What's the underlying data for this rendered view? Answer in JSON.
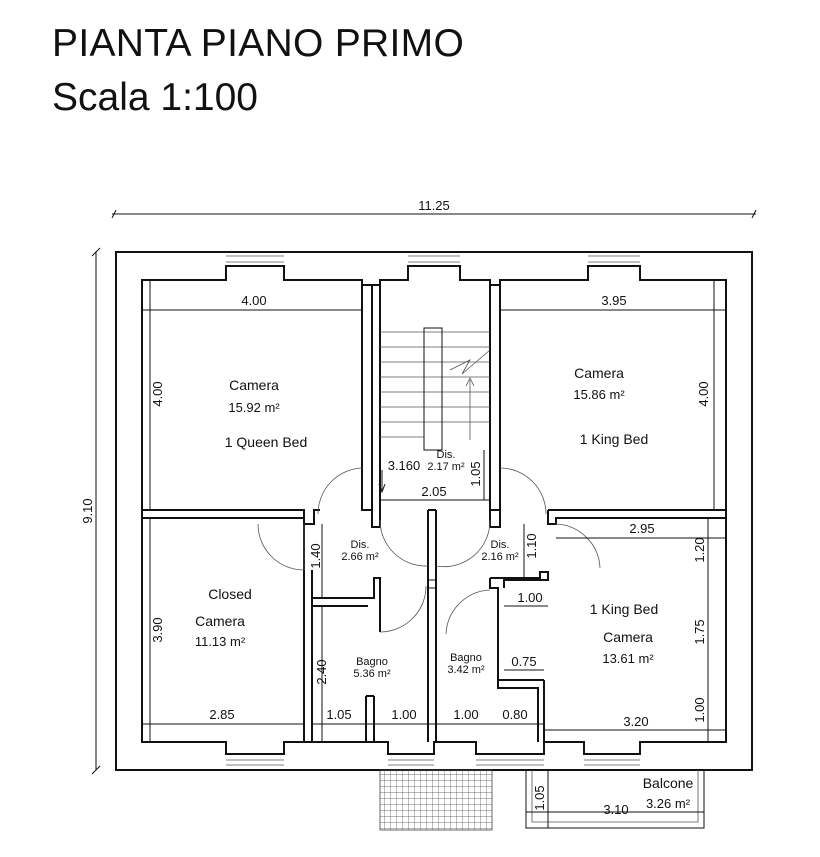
{
  "header": {
    "title": "PIANTA PIANO PRIMO",
    "subtitle": "Scala 1:100"
  },
  "dimensions": {
    "total_width": "11.25",
    "total_depth": "9.10",
    "r1_width": "4.00",
    "r1_depth": "4.00",
    "r2_width": "3.95",
    "r2_depth": "4.00",
    "corridor_width": "2.05",
    "corridor_depth": "1.05",
    "stair_num": "3.160",
    "dis_left_h": "1.40",
    "dis_right_h": "1.10",
    "r4_depth": "3.90",
    "r4_width": "2.85",
    "bagno_left_h": "2.40",
    "b_1_05": "1.05",
    "b_1_00_a": "1.00",
    "b_1_00_b": "1.00",
    "b_0_80": "0.80",
    "r5_w_295": "2.95",
    "r5_h_120": "1.20",
    "r5_w_100": "1.00",
    "r5_h_175": "1.75",
    "r5_w_075": "0.75",
    "r5_h_100": "1.00",
    "r5_w_320": "3.20",
    "balc_depth": "1.05",
    "balc_width": "3.10"
  },
  "rooms": {
    "r1": {
      "name": "Camera",
      "area": "15.92 m²",
      "bed": "1 Queen Bed"
    },
    "r2": {
      "name": "Camera",
      "area": "15.86 m²",
      "bed": "1 King Bed"
    },
    "dis_center": {
      "name": "Dis.",
      "area": "2.17 m²"
    },
    "dis_left": {
      "name": "Dis.",
      "area": "2.66 m²"
    },
    "dis_right": {
      "name": "Dis.",
      "area": "2.16 m²"
    },
    "r4": {
      "status": "Closed",
      "name": "Camera",
      "area": "11.13 m²"
    },
    "bagno_left": {
      "name": "Bagno",
      "area": "5.36 m²"
    },
    "bagno_right": {
      "name": "Bagno",
      "area": "3.42 m²"
    },
    "r5": {
      "bed": "1 King Bed",
      "name": "Camera",
      "area": "13.61 m²"
    },
    "balcone": {
      "name": "Balcone",
      "area": "3.26 m²"
    }
  }
}
